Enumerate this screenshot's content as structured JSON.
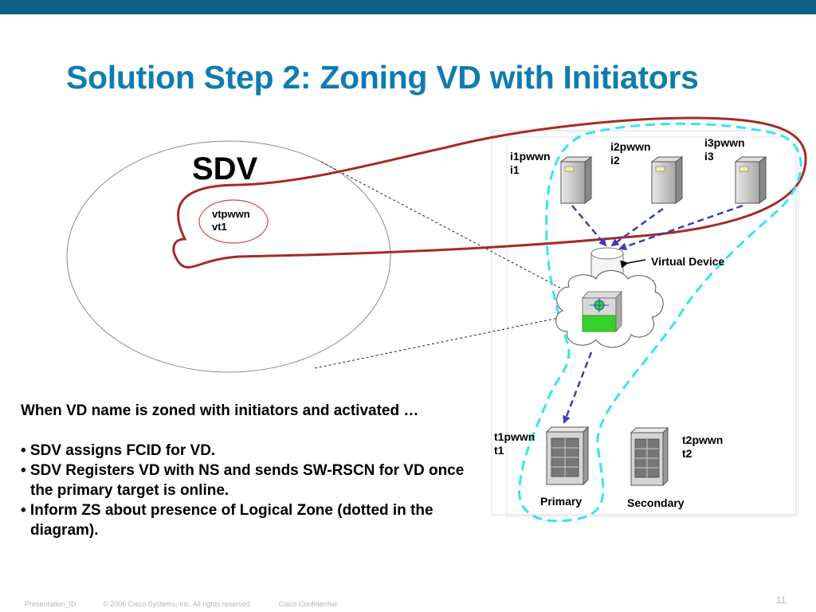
{
  "slide": {
    "title": "Solution Step 2: Zoning VD with Initiators",
    "page_number": "11"
  },
  "footer": {
    "presentation_id": "Presentation_ID",
    "copyright": "© 2006 Cisco Systems, Inc. All rights reserved.",
    "confidential": "Cisco Confidential"
  },
  "sdv": {
    "label": "SDV",
    "vt_pwwn": "vtpwwn",
    "vt_id": "vt1"
  },
  "initiators": [
    {
      "pwwn": "i1pwwn",
      "id": "i1"
    },
    {
      "pwwn": "i2pwwn",
      "id": "i2"
    },
    {
      "pwwn": "i3pwwn",
      "id": "i3"
    }
  ],
  "virtual_device_label": "Virtual Device",
  "targets": [
    {
      "pwwn": "t1pwwn",
      "id": "t1",
      "role": "Primary"
    },
    {
      "pwwn": "t2pwwn",
      "id": "t2",
      "role": "Secondary"
    }
  ],
  "body": {
    "intro": "When VD name is zoned with initiators and activated …",
    "bullets": [
      "• SDV assigns FCID for VD.",
      "• SDV Registers VD with NS and sends SW-RSCN for VD once the primary target is online.",
      "• Inform ZS about presence of Logical Zone (dotted in the diagram)."
    ]
  },
  "colors": {
    "title": "#0f7cb1",
    "header_bar": "#0e5f86",
    "zone_outline": "#a52a2a",
    "logical_zone": "#33e6f0",
    "arrows": "#3b3fb5",
    "switch_green": "#39d02c"
  }
}
